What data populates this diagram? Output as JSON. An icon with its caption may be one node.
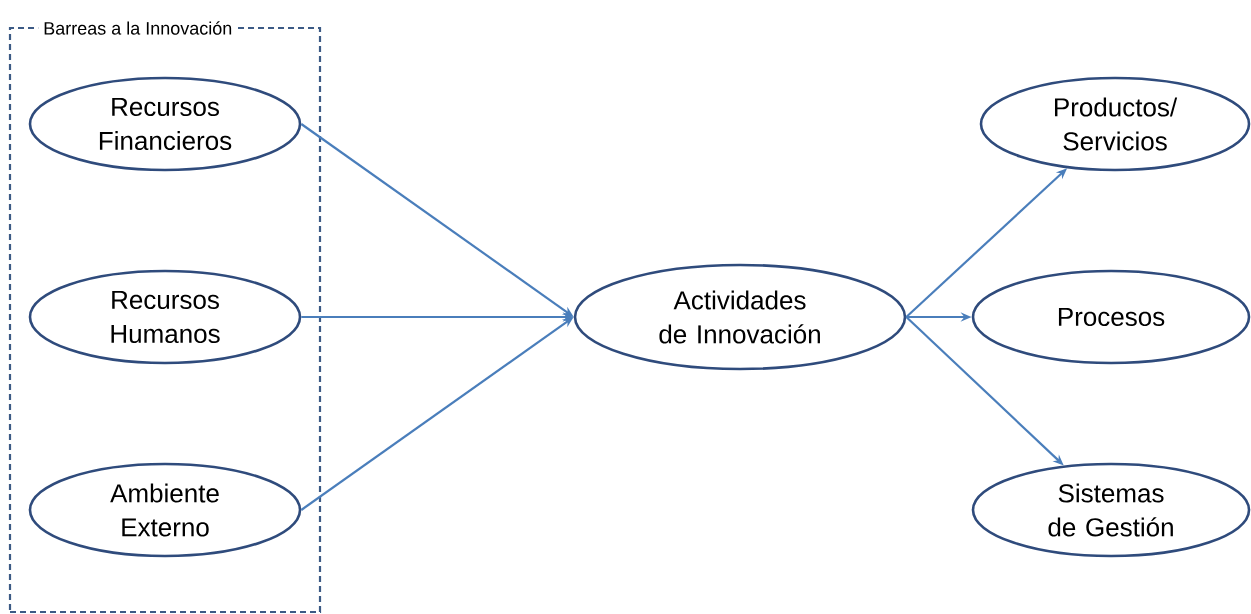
{
  "diagram": {
    "nodes": [
      {
        "text": [
          "Barreas a la Innovación"
        ]
      },
      {
        "text": [
          "Recursos Financieros"
        ],
        "in": 0
      },
      {
        "text": [
          "Recursos Humanos"
        ],
        "in": 0
      },
      {
        "text": [
          "Ambiente Externo"
        ],
        "in": 0
      },
      {
        "text": [
          "Actividades de Innovación"
        ]
      },
      {
        "text": [
          "Productos/ Servicios"
        ]
      },
      {
        "text": [
          "Procesos"
        ]
      },
      {
        "text": [
          "Sistemas de Gestión"
        ]
      }
    ],
    "edges": [
      {
        "from": 1,
        "to": 4,
        "arrow": "to"
      },
      {
        "from": 2,
        "to": 4,
        "arrow": "to"
      },
      {
        "from": 3,
        "to": 4,
        "arrow": "to"
      },
      {
        "from": 4,
        "to": 5,
        "arrow": "to"
      },
      {
        "from": 4,
        "to": 6,
        "arrow": "to"
      },
      {
        "from": 4,
        "to": 7,
        "arrow": "to"
      }
    ]
  }
}
